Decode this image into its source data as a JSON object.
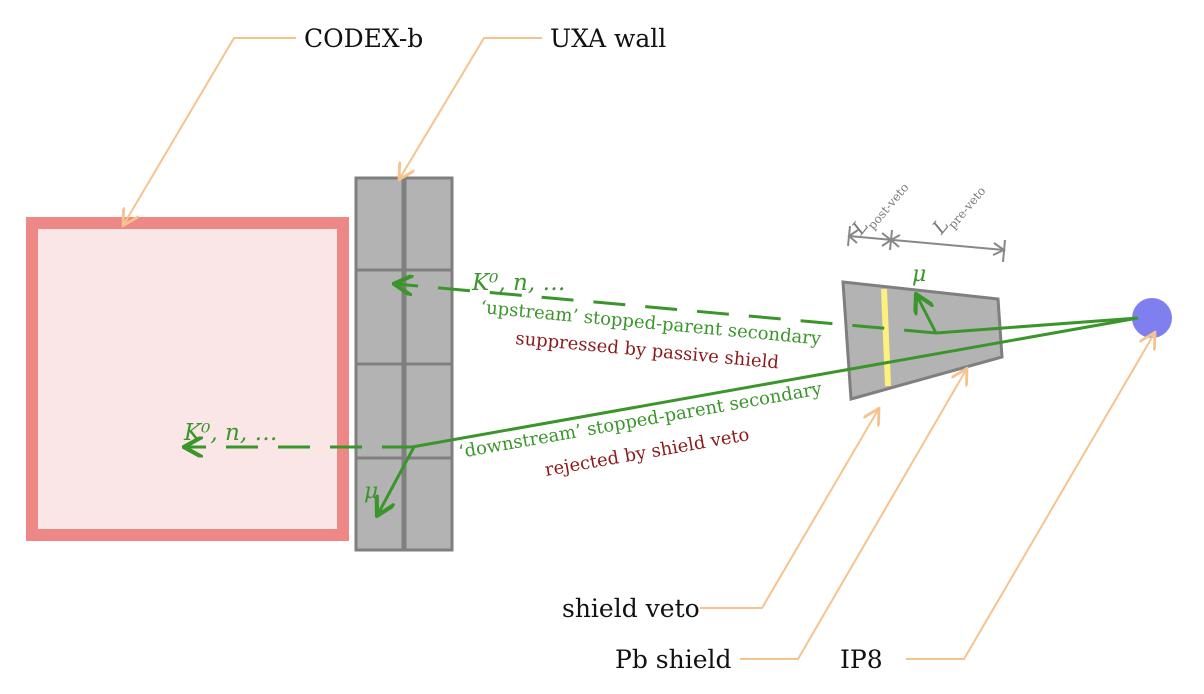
{
  "labels": {
    "codex": "CODEX-b",
    "uxa": "UXA wall",
    "shield_veto": "shield veto",
    "pb_shield": "Pb shield",
    "ip8": "IP8"
  },
  "upstream": {
    "particles": "K⁰, n, …",
    "caption": "‘upstream’ stopped-parent secondary",
    "note": "suppressed by passive shield",
    "muon": "μ"
  },
  "downstream": {
    "particles": "K⁰, n, …",
    "caption": "‘downstream’ stopped-parent secondary",
    "note": "rejected by shield veto",
    "muon": "μ"
  },
  "lengths": {
    "post_veto": "L",
    "post_veto_sub": "post-veto",
    "pre_veto": "L",
    "pre_veto_sub": "pre-veto"
  },
  "colors": {
    "codex_fill": "#fae6e6",
    "codex_border": "#ee8886",
    "wall": "#b3b3b3",
    "wall_border": "#7f7f7f",
    "green": "#3a962a",
    "dark_red": "#8b1a1a",
    "callout": "#f5c48e",
    "veto": "#fdf07e",
    "ip": "#7f7ff0"
  }
}
